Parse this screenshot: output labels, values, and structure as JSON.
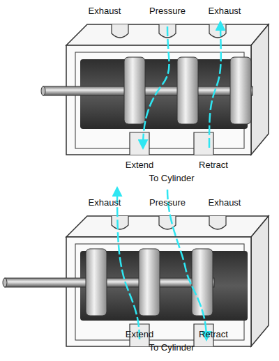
{
  "diagram": {
    "labels": [
      "Exhaust",
      "Pressure",
      "Exhaust",
      "Extend",
      "Retract",
      "To Cylinder",
      "Exhaust",
      "Pressure",
      "Exhaust",
      "Extend",
      "Retract",
      "To Cylinder"
    ]
  }
}
